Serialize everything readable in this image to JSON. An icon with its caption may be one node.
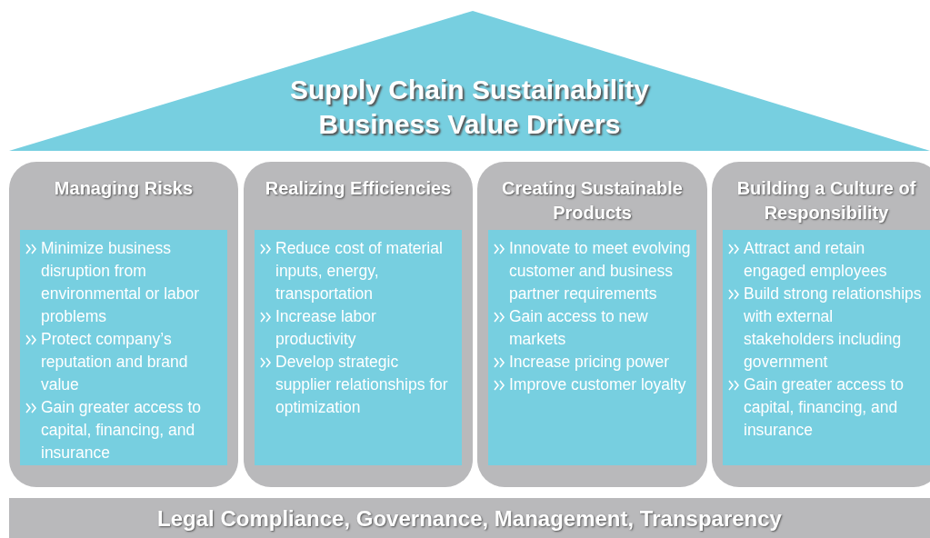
{
  "diagram": {
    "nodes": [
      {
        "text": [
          "Supply Chain Sustainability Business Value Drivers"
        ]
      },
      {
        "text": [
          "Managing Risks"
        ]
      },
      {
        "text": [
          "Minimize business disruption from environmental or labor problems",
          "Protect company’s reputation and brand value",
          "Gain greater access to capital, financing, and insurance"
        ],
        "in": 1
      },
      {
        "text": [
          "Realizing Efficiencies"
        ]
      },
      {
        "text": [
          "Reduce cost of material inputs, energy, transportation",
          "Increase labor productivity",
          "Develop strategic supplier relationships for optimization"
        ],
        "in": 3
      },
      {
        "text": [
          "Creating Sustainable Products"
        ]
      },
      {
        "text": [
          "Innovate to meet evolving customer and business partner requirements",
          "Gain access to new markets",
          "Increase pricing power",
          "Improve customer loyalty"
        ],
        "in": 5
      },
      {
        "text": [
          "Building a Culture of Responsibility"
        ]
      },
      {
        "text": [
          "Attract and retain engaged employees",
          "Build strong relationships with external stakeholders including government",
          "Gain greater access to capital, financing, and insurance"
        ],
        "in": 7
      },
      {
        "text": [
          "Legal Compliance, Governance, Management, Transparency"
        ]
      }
    ]
  }
}
